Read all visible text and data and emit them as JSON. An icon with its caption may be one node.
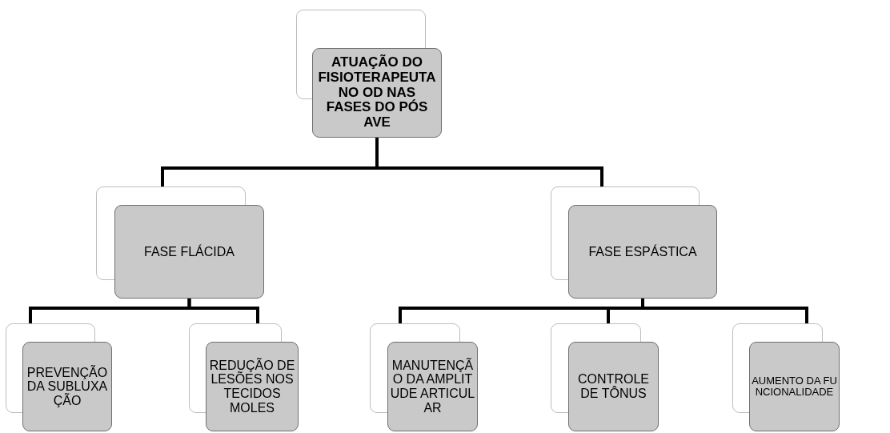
{
  "diagram": {
    "nodes": [
      {
        "text": [
          "ATUAÇÃO DO FISIOTERAPEUTA NO OD NAS FASES DO PÓS AVE"
        ]
      },
      {
        "text": [
          "FASE FLÁCIDA"
        ]
      },
      {
        "text": [
          "FASE ESPÁSTICA"
        ]
      },
      {
        "text": [
          "PREVENÇÃO DA SUBLUXAÇÃO"
        ]
      },
      {
        "text": [
          "REDUÇÃO DE LESÕES NOS TECIDOS MOLES"
        ]
      },
      {
        "text": [
          "MANUTENÇÃO DA AMPLITUDE ARTICULAR"
        ]
      },
      {
        "text": [
          "CONTROLE DE TÔNUS"
        ]
      },
      {
        "text": [
          "AUMENTO DA FUNCIONALIDADE"
        ]
      }
    ],
    "edges": [
      {
        "from": 0,
        "to": 1,
        "arrow": "none"
      },
      {
        "from": 0,
        "to": 2,
        "arrow": "none"
      },
      {
        "from": 1,
        "to": 3,
        "arrow": "none"
      },
      {
        "from": 1,
        "to": 4,
        "arrow": "none"
      },
      {
        "from": 2,
        "to": 5,
        "arrow": "none"
      },
      {
        "from": 2,
        "to": 6,
        "arrow": "none"
      },
      {
        "from": 2,
        "to": 7,
        "arrow": "none"
      }
    ]
  }
}
